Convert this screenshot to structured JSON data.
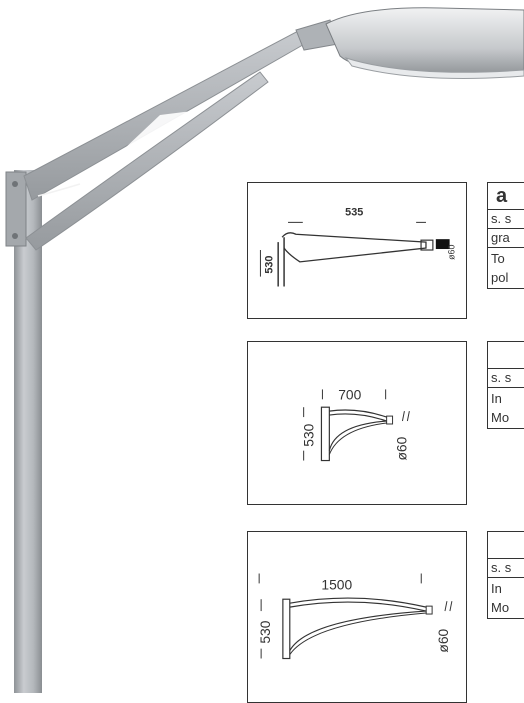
{
  "products": [
    {
      "drawing": {
        "label_width": "535",
        "label_height": "530",
        "label_dia": "ø60"
      },
      "table": {
        "header": "a",
        "rows": [
          "s. s",
          "gra",
          "To",
          "pol"
        ]
      }
    },
    {
      "drawing": {
        "label_width": "700",
        "label_height": "530",
        "label_dia": "ø60"
      },
      "table": {
        "header": "",
        "rows": [
          "s. s",
          "In",
          "Mo"
        ]
      }
    },
    {
      "drawing": {
        "label_width": "1500",
        "label_height": "530",
        "label_dia": "ø60"
      },
      "table": {
        "header": "",
        "rows": [
          "s. s",
          "In",
          "Mo"
        ]
      }
    }
  ],
  "colors": {
    "pole": "#b8bcc0",
    "pole_shadow": "#8e9296",
    "lamp": "#d9dbdd",
    "line": "#333333"
  }
}
